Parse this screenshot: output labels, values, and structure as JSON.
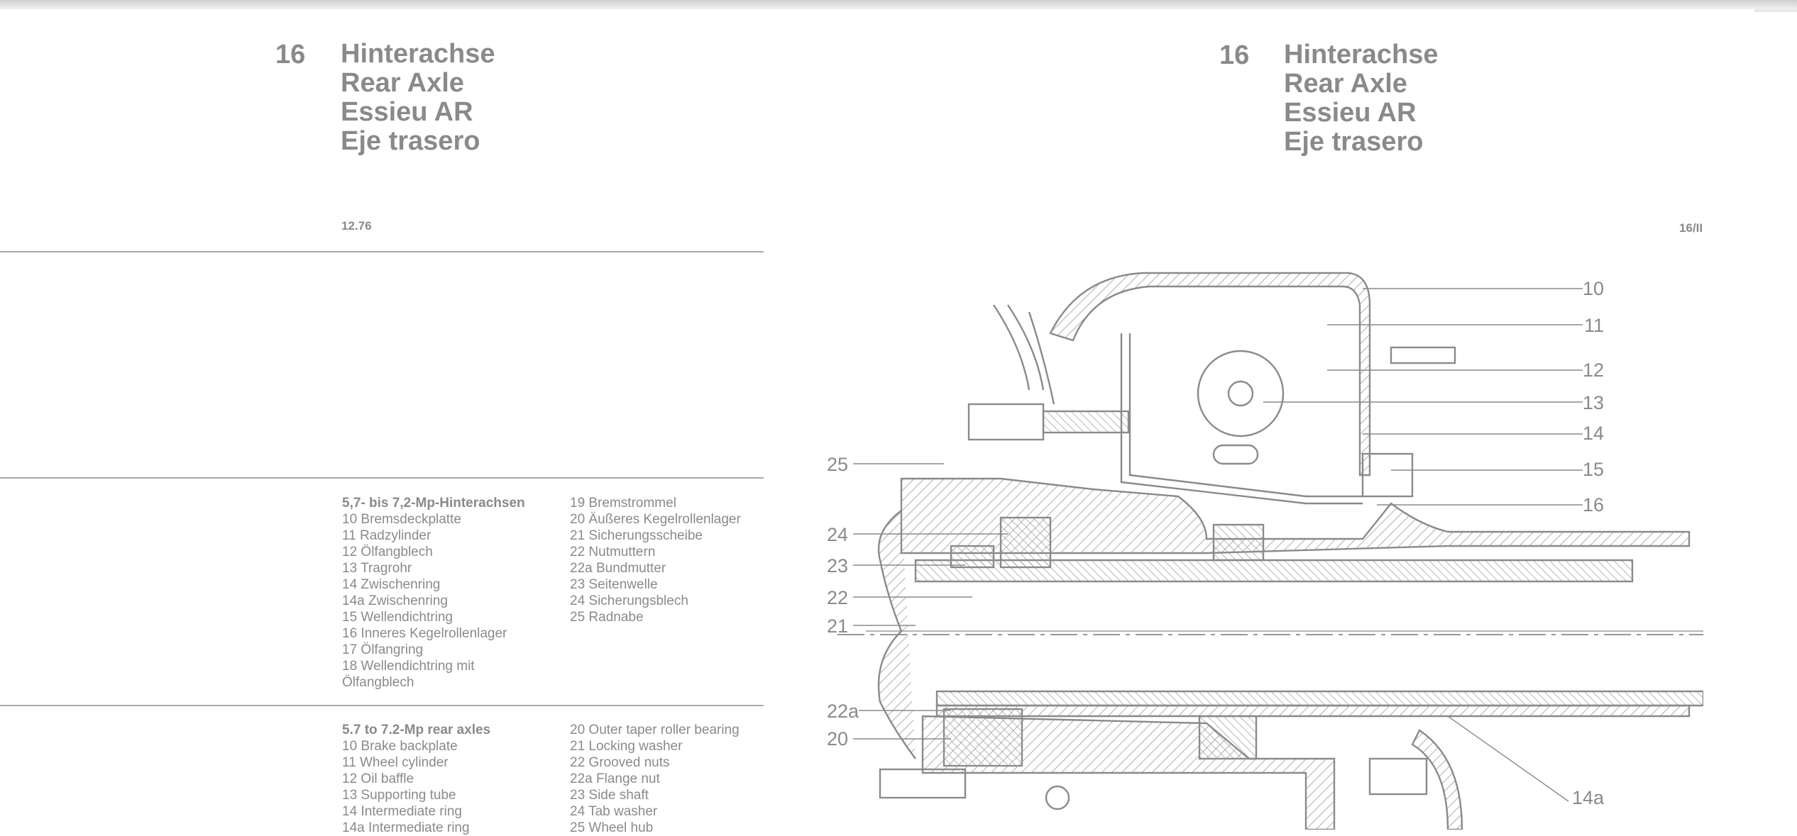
{
  "left_page": {
    "section_number": "16",
    "titles": [
      "Hinterachse",
      "Rear Axle",
      "Essieu AR",
      "Eje trasero"
    ],
    "date": "12.76"
  },
  "right_page": {
    "section_number": "16",
    "titles": [
      "Hinterachse",
      "Rear Axle",
      "Essieu AR",
      "Eje trasero"
    ],
    "page_ref": "16/II"
  },
  "parts_de": {
    "heading": "5,7- bis 7,2-Mp-Hinterachsen",
    "col1": [
      "10 Bremsdeckplatte",
      "11 Radzylinder",
      "12 Ölfangblech",
      "13 Tragrohr",
      "14 Zwischenring",
      "14a Zwischenring",
      "15 Wellendichtring",
      "16 Inneres Kegelrollenlager",
      "17 Ölfangring",
      "18 Wellendichtring mit",
      "Ölfangblech"
    ],
    "col2": [
      "19 Bremstrommel",
      "20 Äußeres Kegelrollenlager",
      "21 Sicherungsscheibe",
      "22 Nutmuttern",
      "22a Bundmutter",
      "23 Seitenwelle",
      "24 Sicherungsblech",
      "25 Radnabe"
    ]
  },
  "parts_en": {
    "heading": "5.7 to 7.2-Mp rear axles",
    "col1": [
      "10 Brake backplate",
      "11 Wheel cylinder",
      "12 Oil baffle",
      "13 Supporting tube",
      "14 Intermediate ring",
      "14a Intermediate ring"
    ],
    "col2": [
      "20 Outer taper roller bearing",
      "21 Locking washer",
      "22 Grooved nuts",
      "22a Flange nut",
      "23 Side shaft",
      "24 Tab washer",
      "25 Wheel hub"
    ]
  },
  "callouts_right": [
    "10",
    "11",
    "12",
    "13",
    "14",
    "15",
    "16"
  ],
  "callouts_left": [
    "25",
    "24",
    "23",
    "22",
    "21",
    "22a",
    "20"
  ],
  "callout_bottom": "14a",
  "colors": {
    "ink": "#8a8a8a",
    "rule": "#a9a9a9",
    "paper": "#ffffff"
  }
}
